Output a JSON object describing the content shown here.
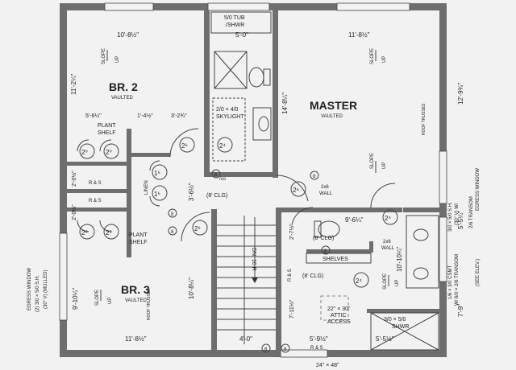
{
  "rooms": {
    "br2": {
      "name": "BR. 2",
      "sub": "VAULTED"
    },
    "br3": {
      "name": "BR. 3",
      "sub": "VAULTED"
    },
    "master": {
      "name": "MASTER",
      "sub": "VAULTED"
    }
  },
  "dimensions": {
    "br2_width": "10'-8½\"",
    "master_width": "11'-8½\"",
    "bath_width": "5'-0\"",
    "br2_depth": "11'-2¼\"",
    "master_depth": "14'-8¼\"",
    "right_top": "12'-9¾\"",
    "right_mid": "5'-5¼\"",
    "right_low": "7'-9\"",
    "shelf_a": "5'-6¼\"",
    "shelf_b": "1'-4½\"",
    "shelf_c": "3'-2¾\"",
    "closet_a": "2'-0½\"",
    "closet_b": "2'-0½\"",
    "hall": "3'-6½\"",
    "br3_depth": "9'-10¼\"",
    "br3_mid": "10'-8¼\"",
    "br3_width": "11'-8½\"",
    "stair_width": "4'-0\"",
    "bottom_mid": "5'-9½\"",
    "bottom_right": "5'-5½\"",
    "bath_mid": "9'-6¼\"",
    "bath_v": "2'-7½\"",
    "closet_v": "7'-11½\"",
    "bath_right_v": "10'-10¼\""
  },
  "labels": {
    "tub": "5/0 TUB",
    "tub2": "/SHWR",
    "skylight1": "2/0 × 4/0",
    "skylight2": "SKYLIGHT",
    "plant_shelf_top1": "PLANT",
    "plant_shelf_top2": "SHELF",
    "plant_shelf_bot1": "PLANT",
    "plant_shelf_bot2": "SHELF",
    "rs1": "R & S",
    "rs2": "R & S",
    "rs3": "R & S",
    "rs4": "R & S",
    "linen": "LINEN",
    "clg1": "(8' CLG)",
    "clg2": "(8' CLG)",
    "clg3": "(8' CLG)",
    "stair": "DN. 16 R",
    "wall1a": "2x6",
    "wall1b": "WALL",
    "wall2a": "2x6",
    "wall2b": "WALL",
    "shelves": "SHELVES",
    "attic1": "22\" × 30\"",
    "attic2": "ATTIC",
    "attic3": "ACCESS",
    "shower1": "3/0 × 5/0",
    "shower2": "SHWR",
    "co": "/co",
    "slope": "SLOPE",
    "up": "UP",
    "roof_trusses": "ROOF TRUSSES",
    "bottom_opening": "24\" × 48\"",
    "right_note1": "3/0 × 5/0 S.H.",
    "right_note2": "(30\" V) W/",
    "right_note3": "2/6 TRANSOM",
    "right_note4": "EGRESS WINDOW",
    "right_note5": "1/6 × 3/0 CSMT",
    "right_note6": "W/ 6/0 × 2/6 TRANSOM",
    "right_note7": "(SEE ELEV.)",
    "left_note1": "EGRESS WINDOW",
    "left_note2": "(2) 3/0 × 5/0 S.H.",
    "left_note3": "(30\" V) (MULLED)"
  },
  "markers": {
    "m26": "2⁶",
    "m24": "2⁴",
    "m20": "2⁰",
    "m16": "1⁶",
    "m6": "6",
    "m8": "8"
  }
}
